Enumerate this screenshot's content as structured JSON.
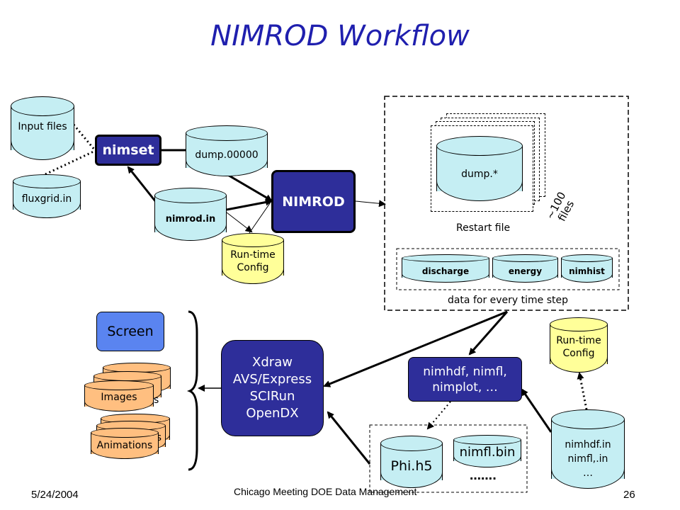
{
  "title": "NIMROD Workflow",
  "footer": {
    "date": "5/24/2004",
    "center": "Chicago Meeting DOE Data Management",
    "page": "26"
  },
  "nodes": {
    "input_files": "Input files",
    "fluxgrid": "fluxgrid.in",
    "nimset": "nimset",
    "dump0": "dump.00000",
    "nimrod_in": "nimrod.in",
    "nimrod": "NIMROD",
    "runtime_config_1": "Run-time Config",
    "dump_star": "dump.*",
    "files_count": "~100 files",
    "restart_file": "Restart file",
    "discharge": "discharge",
    "energy": "energy",
    "nimhist": "nimhist",
    "every_step": "data for every time step",
    "screen": "Screen",
    "images": "Images",
    "images_back": "s",
    "animations": "Animations",
    "animations_back": "s",
    "viz_tools": [
      "Xdraw",
      "AVS/Express",
      "SCIRun",
      "OpenDX"
    ],
    "postproc": "nimhdf, nimfl, nimplot, …",
    "runtime_config_2": "Run-time Config",
    "postproc_in": [
      "nimhdf.in",
      "nimfl,.in",
      "…"
    ],
    "phi_h5": "Phi.h5",
    "nimfl_bin": "nimfl.bin",
    "dots": "……."
  },
  "colors": {
    "title": "#1f1fae",
    "cyan_cyl": "#c5eef3",
    "yellow_cyl": "#ffff99",
    "dark_box": "#2e2e9a",
    "screen": "#5a84f0",
    "orange": "#ffbf80"
  }
}
